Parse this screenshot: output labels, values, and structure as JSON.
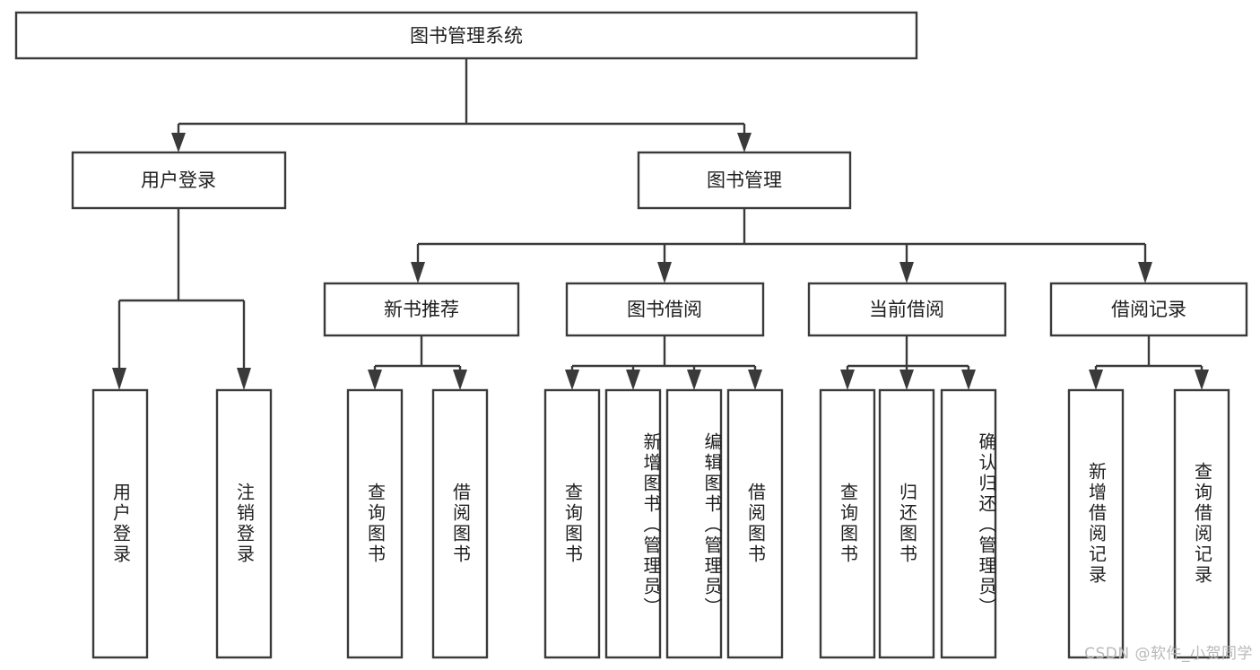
{
  "diagram": {
    "type": "hierarchy-tree",
    "title": "图书管理系统",
    "orientation": "top-down",
    "colors": {
      "box_fill": "#ffffff",
      "box_stroke": "#3a3a3a",
      "connector": "#3a3a3a",
      "text": "#1f1f1f",
      "watermark": "#b9b9b9",
      "background": "#ffffff"
    },
    "root": {
      "label": "图书管理系统",
      "name": "node-book-management-system"
    },
    "level2": [
      {
        "label": "用户登录",
        "name": "node-user-login"
      },
      {
        "label": "图书管理",
        "name": "node-book-management"
      }
    ],
    "level3": [
      {
        "label": "新书推荐",
        "name": "node-new-book-recommend"
      },
      {
        "label": "图书借阅",
        "name": "node-book-borrow"
      },
      {
        "label": "当前借阅",
        "name": "node-current-borrow"
      },
      {
        "label": "借阅记录",
        "name": "node-borrow-record"
      }
    ],
    "leaves": [
      {
        "label": "用户登录",
        "name": "leaf-user-login",
        "parent": "用户登录"
      },
      {
        "label": "注销登录",
        "name": "leaf-logout",
        "parent": "用户登录"
      },
      {
        "label": "查询图书",
        "name": "leaf-query-book-newbook",
        "parent": "新书推荐"
      },
      {
        "label": "借阅图书",
        "name": "leaf-borrow-book-newbook",
        "parent": "新书推荐"
      },
      {
        "label": "查询图书",
        "name": "leaf-query-book-borrow",
        "parent": "图书借阅"
      },
      {
        "label": "新增图书（管理员）",
        "name": "leaf-add-book-admin",
        "parent": "图书借阅"
      },
      {
        "label": "编辑图书（管理员）",
        "name": "leaf-edit-book-admin",
        "parent": "图书借阅"
      },
      {
        "label": "借阅图书",
        "name": "leaf-borrow-book",
        "parent": "图书借阅"
      },
      {
        "label": "查询图书",
        "name": "leaf-query-book-current",
        "parent": "当前借阅"
      },
      {
        "label": "归还图书",
        "name": "leaf-return-book",
        "parent": "当前借阅"
      },
      {
        "label": "确认归还（管理员）",
        "name": "leaf-confirm-return-admin",
        "parent": "当前借阅"
      },
      {
        "label": "新增借阅记录",
        "name": "leaf-add-borrow-record",
        "parent": "借阅记录"
      },
      {
        "label": "查询借阅记录",
        "name": "leaf-query-borrow-record",
        "parent": "借阅记录"
      }
    ],
    "watermark": "CSDN @软件_小贺同学"
  }
}
